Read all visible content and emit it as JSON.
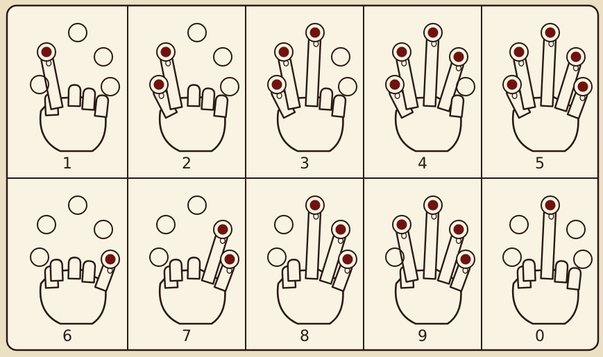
{
  "chart": {
    "cells": [
      {
        "label": "1",
        "pressed": [
          "index"
        ]
      },
      {
        "label": "2",
        "pressed": [
          "thumb",
          "index"
        ]
      },
      {
        "label": "3",
        "pressed": [
          "thumb",
          "index",
          "middle"
        ]
      },
      {
        "label": "4",
        "pressed": [
          "thumb",
          "index",
          "middle",
          "ring"
        ]
      },
      {
        "label": "5",
        "pressed": [
          "thumb",
          "index",
          "middle",
          "ring",
          "pinky"
        ]
      },
      {
        "label": "6",
        "pressed": [
          "pinky"
        ]
      },
      {
        "label": "7",
        "pressed": [
          "ring",
          "pinky"
        ]
      },
      {
        "label": "8",
        "pressed": [
          "middle",
          "ring",
          "pinky"
        ]
      },
      {
        "label": "9",
        "pressed": [
          "index",
          "middle",
          "ring",
          "pinky"
        ]
      },
      {
        "label": "0",
        "pressed": [
          "middle"
        ]
      }
    ]
  },
  "colors": {
    "paper": "#ece0c4",
    "panel": "#f9f3e3",
    "ink": "#2a1a14",
    "pressed_dot": "#6e1410"
  }
}
